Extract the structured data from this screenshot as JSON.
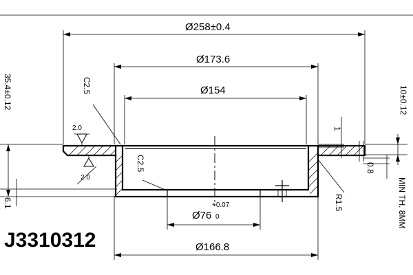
{
  "part_number": "J3310312",
  "dimensions": {
    "outer_diameter": "Ø258±0.4",
    "hat_diameter": "Ø173.6",
    "inner_diameter": "Ø154",
    "bore_diameter": "Ø76",
    "bore_tol_upper": "+0.07",
    "bore_tol_lower": "0",
    "pcd_diameter": "Ø166.8",
    "total_height": "35.4±0.12",
    "hub_offset": "6.1",
    "disc_thickness": "10±0.12",
    "min_thickness": "MIN TH. 8MM",
    "chamfer_top": "C2.5",
    "chamfer_inner": "C2.5",
    "radius": "R1.5",
    "step_1": "1",
    "step_08": "0.8",
    "flatness_top": "2.0",
    "flatness_bottom": "2.0"
  }
}
